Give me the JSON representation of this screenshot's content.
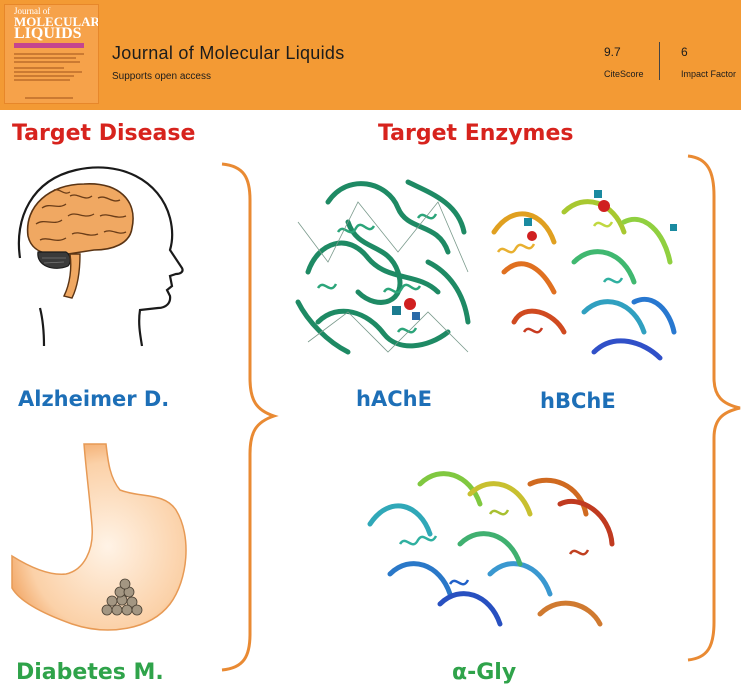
{
  "header": {
    "cover": {
      "line1": "Journal of",
      "line2": "MOLECULAR",
      "line3": "LIQUIDS"
    },
    "title": "Journal of Molecular Liquids",
    "subtitle": "Supports open access",
    "metrics": [
      {
        "value": "9.7",
        "label": "CiteScore"
      },
      {
        "value": "6",
        "label": "Impact Factor"
      }
    ]
  },
  "diagram": {
    "left_heading": "Target Disease",
    "right_heading": "Target Enzymes",
    "diseases": [
      {
        "label": "Alzheimer D.",
        "icon": "brain-head-icon"
      },
      {
        "label": "Diabetes M.",
        "icon": "stomach-icon"
      }
    ],
    "enzymes": [
      {
        "label": "hAChE",
        "color": "#1e8a64"
      },
      {
        "label": "hBChE",
        "color": "#3a78c8"
      },
      {
        "label": "α-Gly",
        "color": "#4aa0c8"
      }
    ],
    "colors": {
      "heading": "#d7231d",
      "alzheimer": "#1d6fb7",
      "diabetes": "#2fa34a",
      "bracket": "#e98a33",
      "banner": "#f39a34"
    }
  }
}
